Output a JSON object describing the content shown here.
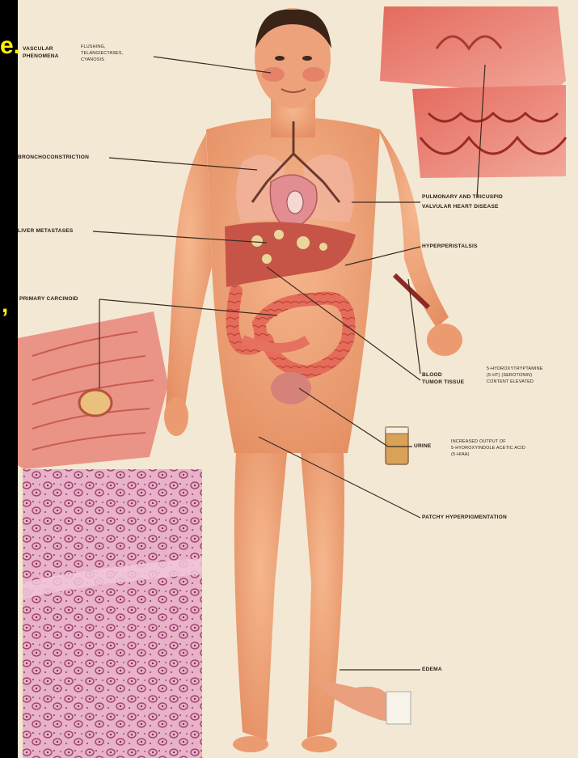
{
  "slide_overlay": {
    "fragment_top": "e.",
    "fragment_mid": ","
  },
  "labels": {
    "vascular": "VASCULAR",
    "phenomena": "PHENOMENA",
    "flushing": "FLUSHING,",
    "telangiectases": "TELANGIECTASES,",
    "cyanosis": "CYANOSIS",
    "bronchoconstriction": "BRONCHOCONSTRICTION",
    "liver_metastases": "LIVER METASTASES",
    "primary_carcinoid": "PRIMARY CARCINOID",
    "pulmonary_1": "PULMONARY AND TRICUSPID",
    "pulmonary_2": "VALVULAR HEART DISEASE",
    "hyperperistalsis": "HYPERPERISTALSIS",
    "blood": "BLOOD",
    "tumor_tissue": "TUMOR TISSUE",
    "serotonin_1": "5-HYDROXYTRYPTAMINE",
    "serotonin_2": "(5-HT) (SEROTONIN)",
    "serotonin_3": "CONTENT ELEVATED",
    "urine": "URINE",
    "urine_1": "INCREASED OUTPUT OF",
    "urine_2": "5-HYDROXYINDOLE ACETIC ACID",
    "urine_3": "(5-HIAA)",
    "patchy": "PATCHY HYPERPIGMENTATION",
    "edema": "EDEMA"
  },
  "colors": {
    "background": "#000000",
    "plate": "#f3e8d4",
    "skin": "#f0a277",
    "organ": "#d9574c",
    "label_ink": "#2a1a14",
    "slide_text": "#ffef00"
  }
}
